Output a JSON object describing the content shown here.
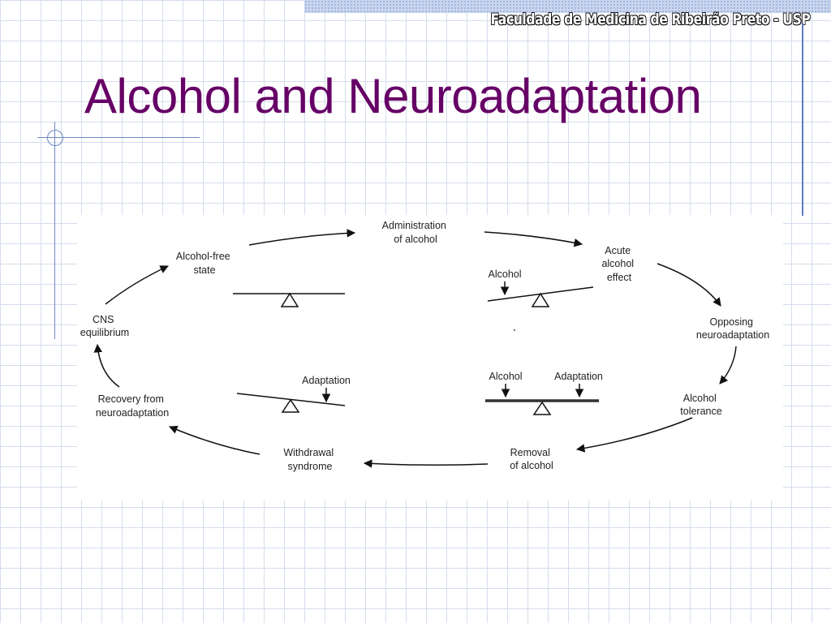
{
  "header": {
    "institution": "Faculdade de Medicina de Ribeirão Preto - USP",
    "title": "Alcohol and Neuroadaptation"
  },
  "diagram": {
    "stages": {
      "administration_of_alcohol": [
        "Administration",
        "of alcohol"
      ],
      "acute_alcohol_effect": [
        "Acute",
        "alcohol",
        "effect"
      ],
      "opposing_neuroadaptation": [
        "Opposing",
        "neuroadaptation"
      ],
      "alcohol_tolerance": [
        "Alcohol",
        "tolerance"
      ],
      "removal_of_alcohol": [
        "Removal",
        "of alcohol"
      ],
      "withdrawal_syndrome": [
        "Withdrawal",
        "syndrome"
      ],
      "recovery_from_neuroadaptation": [
        "Recovery from",
        "neuroadaptation"
      ],
      "cns_equilibrium": [
        "CNS",
        "equilibrium"
      ],
      "alcohol_free_state": [
        "Alcohol-free",
        "state"
      ]
    },
    "balance_labels": {
      "acute_alcohol": "Alcohol",
      "tolerance_alcohol": "Alcohol",
      "tolerance_adaptation": "Adaptation",
      "withdrawal_adaptation": "Adaptation"
    }
  }
}
